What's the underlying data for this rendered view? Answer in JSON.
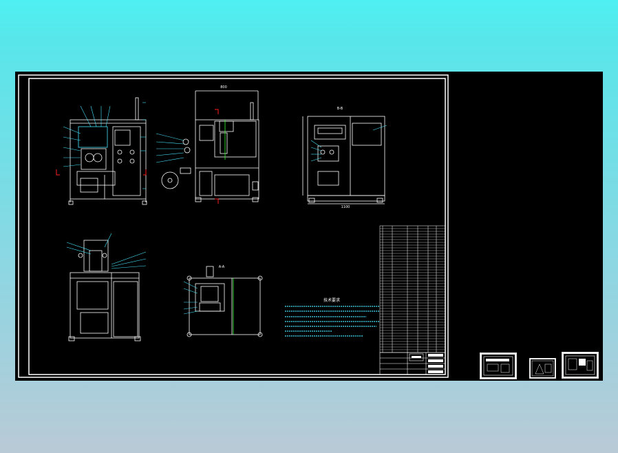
{
  "colors": {
    "background_top": "#4ff0f2",
    "background_bottom": "#b9cad6",
    "canvas": "#000000",
    "line": "#ffffff",
    "accent_red": "#ff2020",
    "accent_green": "#39ff39",
    "annotation_cyan": "#46e6ff"
  },
  "drawing": {
    "section_label": "B-B",
    "section_label_2": "A-A",
    "notes_title": "技术要求",
    "title_block_value": "",
    "dimension_top": "800",
    "dimension_right": "1100"
  },
  "thumbnails": [
    {
      "name": "sheet-thumbnail-1"
    },
    {
      "name": "sheet-thumbnail-2"
    },
    {
      "name": "sheet-thumbnail-3"
    }
  ]
}
